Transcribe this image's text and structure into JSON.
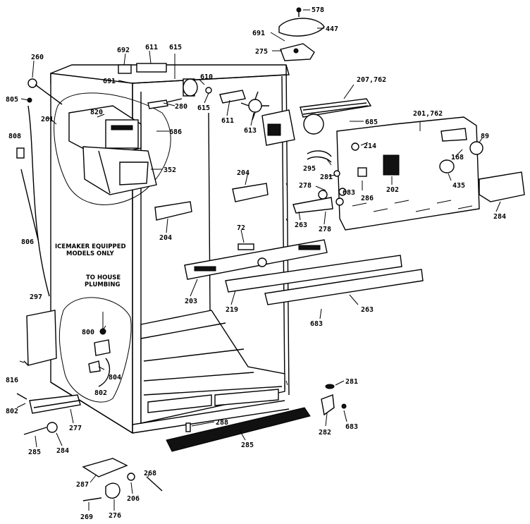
{
  "notes": {
    "icemaker_line1": "ICEMAKER EQUIPPED",
    "icemaker_line2": "MODELS ONLY",
    "plumbing_line1": "TO HOUSE",
    "plumbing_line2": "PLUMBING"
  },
  "callouts": [
    {
      "id": "c578",
      "text": "578"
    },
    {
      "id": "c447",
      "text": "447"
    },
    {
      "id": "c691a",
      "text": "691"
    },
    {
      "id": "c275",
      "text": "275"
    },
    {
      "id": "c692",
      "text": "692"
    },
    {
      "id": "c611",
      "text": "611"
    },
    {
      "id": "c615a",
      "text": "615"
    },
    {
      "id": "c691b",
      "text": "691"
    },
    {
      "id": "c610",
      "text": "610"
    },
    {
      "id": "c615b",
      "text": "615"
    },
    {
      "id": "c280",
      "text": "280"
    },
    {
      "id": "c611b",
      "text": "611"
    },
    {
      "id": "c613",
      "text": "613"
    },
    {
      "id": "c207",
      "text": "207,762"
    },
    {
      "id": "c685a",
      "text": "685"
    },
    {
      "id": "c201",
      "text": "201,762"
    },
    {
      "id": "c260",
      "text": "260"
    },
    {
      "id": "c805",
      "text": "805"
    },
    {
      "id": "c261a",
      "text": "261"
    },
    {
      "id": "c820",
      "text": "820"
    },
    {
      "id": "c686",
      "text": "686"
    },
    {
      "id": "c808",
      "text": "808"
    },
    {
      "id": "c352",
      "text": "352"
    },
    {
      "id": "c214",
      "text": "214"
    },
    {
      "id": "c89",
      "text": "89"
    },
    {
      "id": "c168",
      "text": "168"
    },
    {
      "id": "c295",
      "text": "295"
    },
    {
      "id": "c281a",
      "text": "281"
    },
    {
      "id": "c204a",
      "text": "204"
    },
    {
      "id": "c278a",
      "text": "278"
    },
    {
      "id": "c683a",
      "text": "683"
    },
    {
      "id": "c286",
      "text": "286"
    },
    {
      "id": "c202",
      "text": "202"
    },
    {
      "id": "c435",
      "text": "435"
    },
    {
      "id": "c284a",
      "text": "284"
    },
    {
      "id": "c263a",
      "text": "263"
    },
    {
      "id": "c278b",
      "text": "278"
    },
    {
      "id": "c204b",
      "text": "204"
    },
    {
      "id": "c806",
      "text": "806"
    },
    {
      "id": "c72",
      "text": "72"
    },
    {
      "id": "c297",
      "text": "297"
    },
    {
      "id": "c203",
      "text": "203"
    },
    {
      "id": "c219",
      "text": "219"
    },
    {
      "id": "c263b",
      "text": "263"
    },
    {
      "id": "c683b",
      "text": "683"
    },
    {
      "id": "c800",
      "text": "800"
    },
    {
      "id": "c804",
      "text": "804"
    },
    {
      "id": "c802a",
      "text": "802"
    },
    {
      "id": "c816",
      "text": "816"
    },
    {
      "id": "c802b",
      "text": "802"
    },
    {
      "id": "c277",
      "text": "277"
    },
    {
      "id": "c281b",
      "text": "281"
    },
    {
      "id": "c288",
      "text": "288"
    },
    {
      "id": "c282",
      "text": "282"
    },
    {
      "id": "c683c",
      "text": "683"
    },
    {
      "id": "c285",
      "text": "285"
    },
    {
      "id": "c284b",
      "text": "284"
    },
    {
      "id": "c285b",
      "text": "285"
    },
    {
      "id": "c287",
      "text": "287"
    },
    {
      "id": "c268a",
      "text": "268"
    },
    {
      "id": "c206",
      "text": "206"
    },
    {
      "id": "c269",
      "text": "269"
    },
    {
      "id": "c276",
      "text": "276"
    }
  ]
}
